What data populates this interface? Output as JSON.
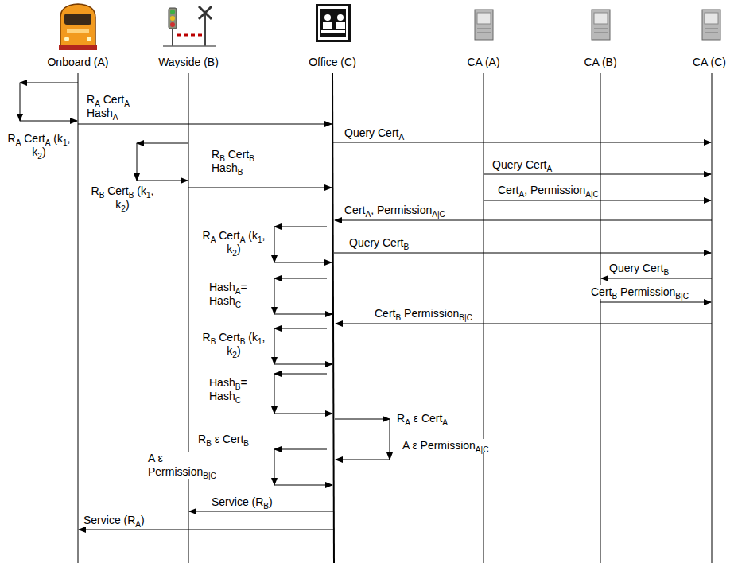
{
  "diagram": {
    "labels": [
      "Onboard (A)",
      "Wayside (B)",
      "Office (C)",
      "CA (A)",
      "CA (B)",
      "CA (C)",
      "RA CertA HashA",
      "RA CertA (k1, k2)",
      "Query CertA",
      "RB CertB HashB",
      "RB CertB (k1, k2)",
      "Query CertA",
      "CertA, PermissionA|C",
      "CertA, PermissionA|C",
      "RA CertA (k1, k2)",
      "Query CertB",
      "Query CertB",
      "CertB PermissionB|C",
      "CertB PermissionB|C",
      "HashA= HashC",
      "RB CertB (k1, k2)",
      "HashB= HashC",
      "RA ε CertA",
      "A ε PermissionA|C",
      "RB ε CertB",
      "A ε PermissionB|C",
      "Service (RB)",
      "Service (RA)"
    ]
  }
}
